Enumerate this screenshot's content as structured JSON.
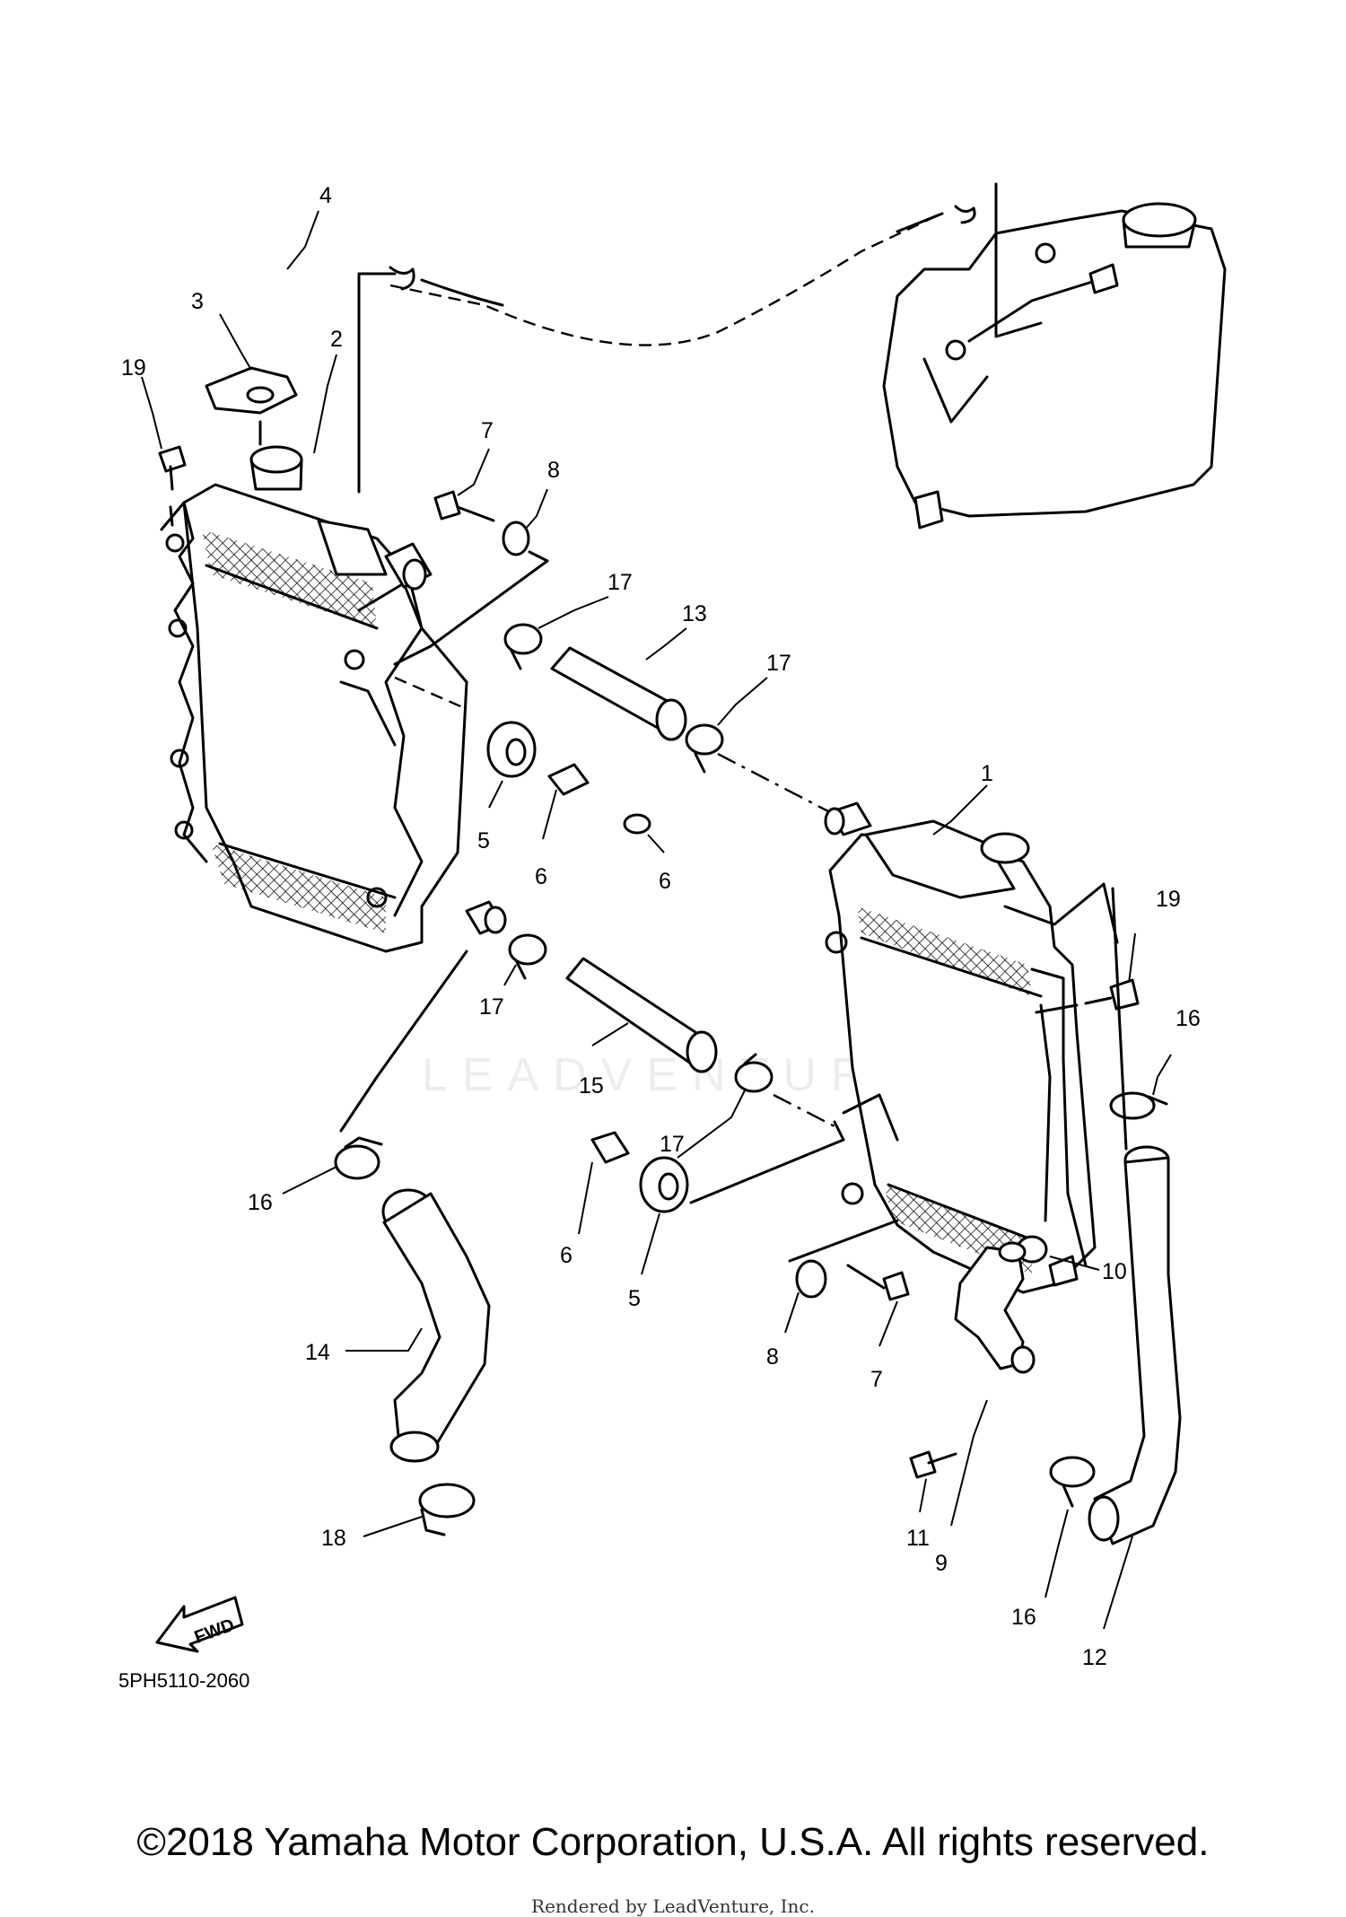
{
  "diagram": {
    "callouts": [
      {
        "id": "c1",
        "label": "1"
      },
      {
        "id": "c2",
        "label": "2"
      },
      {
        "id": "c3",
        "label": "3"
      },
      {
        "id": "c4",
        "label": "4"
      },
      {
        "id": "c5a",
        "label": "5"
      },
      {
        "id": "c5b",
        "label": "5"
      },
      {
        "id": "c6a",
        "label": "6"
      },
      {
        "id": "c6b",
        "label": "6"
      },
      {
        "id": "c6c",
        "label": "6"
      },
      {
        "id": "c7a",
        "label": "7"
      },
      {
        "id": "c7b",
        "label": "7"
      },
      {
        "id": "c8a",
        "label": "8"
      },
      {
        "id": "c8b",
        "label": "8"
      },
      {
        "id": "c9",
        "label": "9"
      },
      {
        "id": "c10",
        "label": "10"
      },
      {
        "id": "c11",
        "label": "11"
      },
      {
        "id": "c12",
        "label": "12"
      },
      {
        "id": "c13",
        "label": "13"
      },
      {
        "id": "c14",
        "label": "14"
      },
      {
        "id": "c15",
        "label": "15"
      },
      {
        "id": "c16a",
        "label": "16"
      },
      {
        "id": "c16b",
        "label": "16"
      },
      {
        "id": "c16c",
        "label": "16"
      },
      {
        "id": "c17a",
        "label": "17"
      },
      {
        "id": "c17b",
        "label": "17"
      },
      {
        "id": "c17c",
        "label": "17"
      },
      {
        "id": "c17d",
        "label": "17"
      },
      {
        "id": "c18",
        "label": "18"
      },
      {
        "id": "c19a",
        "label": "19"
      },
      {
        "id": "c19b",
        "label": "19"
      }
    ],
    "fwd_label": "FWD",
    "diagram_code": "5PH5110-2060",
    "watermark": "LEADVENTURE"
  },
  "footer": {
    "copyright": "©2018 Yamaha Motor Corporation, U.S.A. All rights reserved.",
    "rendered_by": "Rendered by LeadVenture, Inc."
  },
  "colors": {
    "line": "#000000",
    "background": "#ffffff"
  }
}
